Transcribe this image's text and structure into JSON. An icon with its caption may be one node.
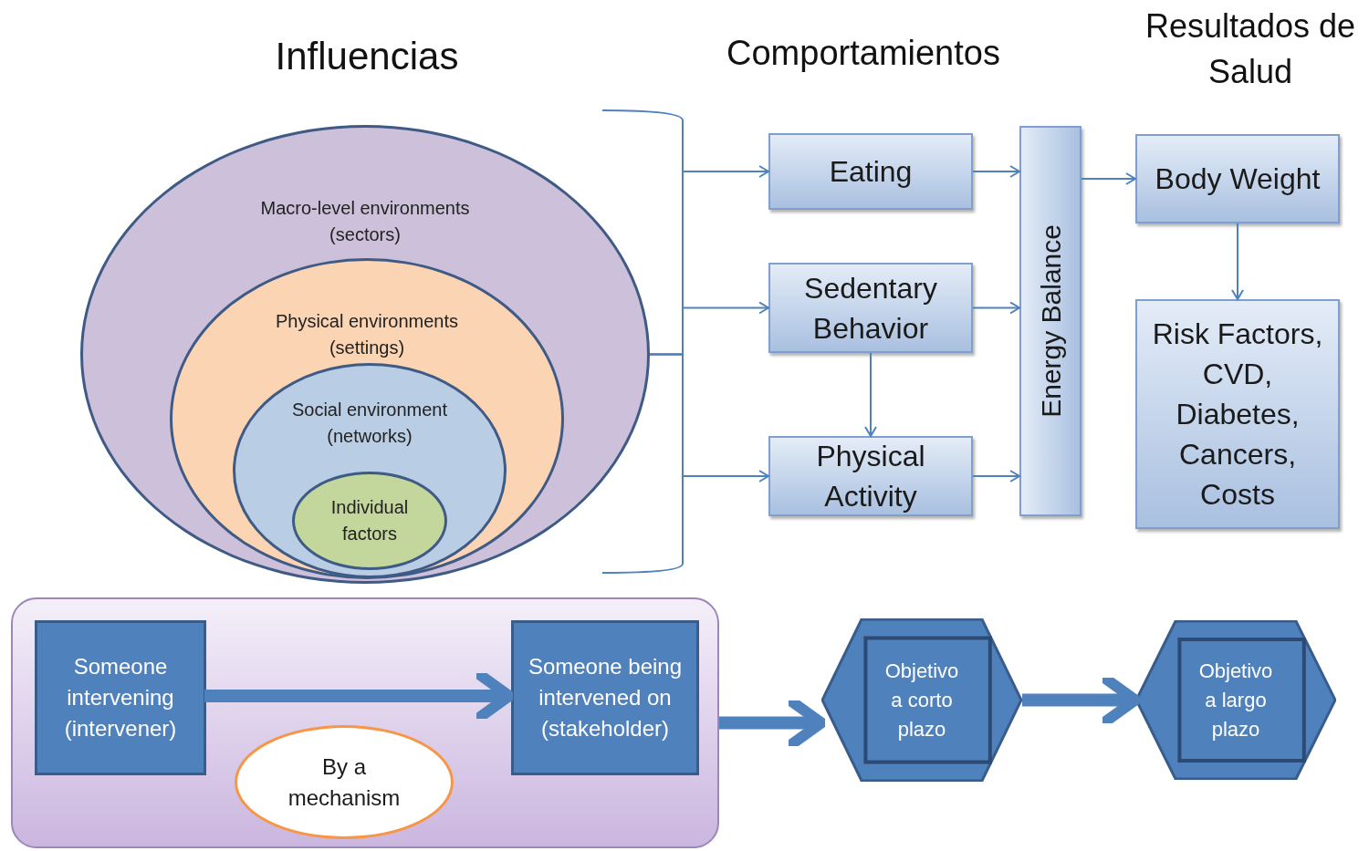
{
  "diagram": {
    "nodes": [
      {
        "text": [
          "Macro-level environments (sectors)"
        ]
      },
      {
        "text": [
          "Physical environments (settings)"
        ],
        "in": 0
      },
      {
        "text": [
          "Social environment (networks)"
        ],
        "in": 1
      },
      {
        "text": [
          "Individual factors"
        ],
        "in": 2
      },
      {
        "text": [
          "Eating"
        ]
      },
      {
        "text": [
          "Sedentary Behavior"
        ]
      },
      {
        "text": [
          "Physical Activity"
        ]
      },
      {
        "text": [
          "Energy Balance"
        ]
      },
      {
        "text": [
          "Body Weight"
        ]
      },
      {
        "text": [
          "Risk Factors, CVD, Diabetes, Cancers, Costs"
        ]
      },
      {
        "text": [],
        "shape": "box"
      },
      {
        "text": [
          "Someone intervening (intervener)"
        ],
        "in": 10
      },
      {
        "text": [
          "Someone being intervened on (stakeholder)"
        ],
        "in": 10
      },
      {
        "text": [
          "By a mechanism"
        ],
        "in": 10
      },
      {
        "text": [
          "Objetivo a corto plazo"
        ]
      },
      {
        "text": [
          "Objetivo a largo plazo"
        ]
      }
    ],
    "edges": [
      {
        "from": 0,
        "to": 4,
        "arrow": "to"
      },
      {
        "from": 0,
        "to": 5,
        "arrow": "to"
      },
      {
        "from": 0,
        "to": 6,
        "arrow": "to"
      },
      {
        "from": 4,
        "to": 7,
        "arrow": "to"
      },
      {
        "from": 5,
        "to": 7,
        "arrow": "to"
      },
      {
        "from": 6,
        "to": 7,
        "arrow": "to"
      },
      {
        "from": 5,
        "to": 6,
        "arrow": "to"
      },
      {
        "from": 7,
        "to": 8,
        "arrow": "to"
      },
      {
        "from": 8,
        "to": 9,
        "arrow": "to"
      },
      {
        "from": 11,
        "to": 12,
        "arrow": "to",
        "style": "thick"
      },
      {
        "from": 10,
        "to": 14,
        "arrow": "to",
        "style": "thick"
      },
      {
        "from": 14,
        "to": 15,
        "arrow": "to",
        "style": "thick"
      }
    ],
    "labels": [
      "Influencias",
      "Comportamientos",
      "Resultados de Salud"
    ]
  }
}
